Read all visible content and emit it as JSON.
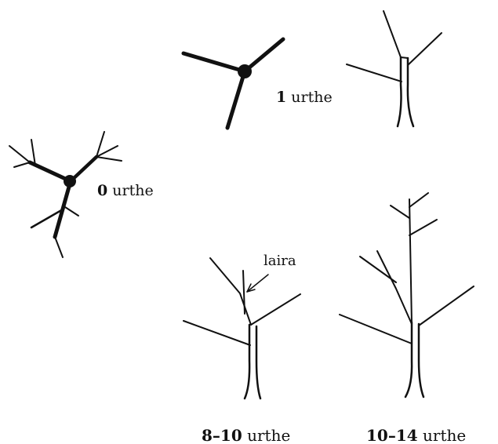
{
  "stages": [
    {
      "id": "stage-0",
      "number": "0",
      "unit": "urthe"
    },
    {
      "id": "stage-1",
      "number": "1",
      "unit": "urthe"
    },
    {
      "id": "stage-8-10",
      "number": "8–10",
      "unit": "urthe"
    },
    {
      "id": "stage-10-14",
      "number": "10–14",
      "unit": "urthe"
    }
  ],
  "annotation": {
    "label": "laira"
  },
  "colors": {
    "ink": "#111111",
    "background": "#ffffff"
  }
}
